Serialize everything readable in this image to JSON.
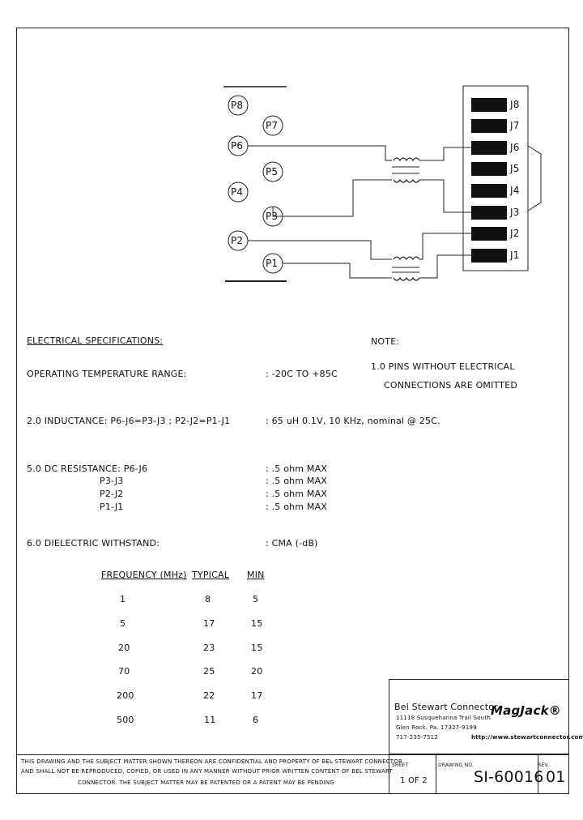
{
  "schematic": {
    "p_pins": [
      "P8",
      "P7",
      "P6",
      "P5",
      "P4",
      "P3",
      "P2",
      "P1"
    ],
    "j_pins": [
      "J8",
      "J7",
      "J6",
      "J5",
      "J4",
      "J3",
      "J2",
      "J1"
    ]
  },
  "specs": {
    "heading": "ELECTRICAL SPECIFICATIONS:",
    "op_temp_label": "OPERATING TEMPERATURE RANGE:",
    "op_temp_value": ":  -20C TO +85C",
    "inductance_label": "2.0  INDUCTANCE:  P6-J6=P3-J3 ; P2-J2=P1-J1",
    "inductance_value": ":  65 uH 0.1V, 10 KHz, nominal @ 25C.",
    "dcr_label": "5.0  DC RESISTANCE: P6-J6",
    "dcr_rows": [
      {
        "pair": "P3-J3",
        "value": ":  .5 ohm MAX"
      },
      {
        "pair": "P2-J2",
        "value": ":  .5 ohm MAX"
      },
      {
        "pair": "P1-J1",
        "value": ":  .5 ohm MAX"
      }
    ],
    "dcr_first_value": ":  .5 ohm MAX",
    "dielectric_label": "6.0  DIELECTRIC WITHSTAND:",
    "dielectric_value": ":  CMA (-dB)"
  },
  "notes": {
    "heading": "NOTE:",
    "line1": "1.0 PINS WITHOUT ELECTRICAL",
    "line2": "CONNECTIONS ARE OMITTED"
  },
  "table": {
    "headers": [
      "FREQUENCY (MHz)",
      "TYPICAL",
      "MIN"
    ],
    "rows": [
      [
        "1",
        "8",
        "5"
      ],
      [
        "5",
        "17",
        "15"
      ],
      [
        "20",
        "23",
        "15"
      ],
      [
        "70",
        "25",
        "20"
      ],
      [
        "200",
        "22",
        "17"
      ],
      [
        "500",
        "11",
        "6"
      ]
    ]
  },
  "titleblock": {
    "company": "Bel Stewart Connector",
    "address1": "11118 Susquehanna Trail South",
    "address2": "Glen Rock, Pa. 17327-9199",
    "phone": "717-235-7512",
    "logo": "MagJack®",
    "website": "http://www.stewartconnector.com",
    "disclaimer1": "THIS DRAWING AND THE SUBJECT MATTER SHOWN THEREON ARE CONFIDENTIAL AND PROPERTY OF BEL STEWART CONNECTOR",
    "disclaimer2": "AND SHALL NOT BE REPRODUCED, COPIED, OR USED IN ANY MANNER WITHOUT PRIOR WRITTEN CONTENT OF BEL STEWART",
    "disclaimer3": "CONNECTOR.  THE SUBJECT MATTER MAY BE PATENTED OR A PATENT MAY BE PENDING",
    "sheet_label": "SHEET",
    "sheet_value": "1 OF 2",
    "drawing_label": "DRAWING NO.",
    "drawing_value": "SI-60016",
    "rev_label": "REV.",
    "rev_value": "01"
  }
}
